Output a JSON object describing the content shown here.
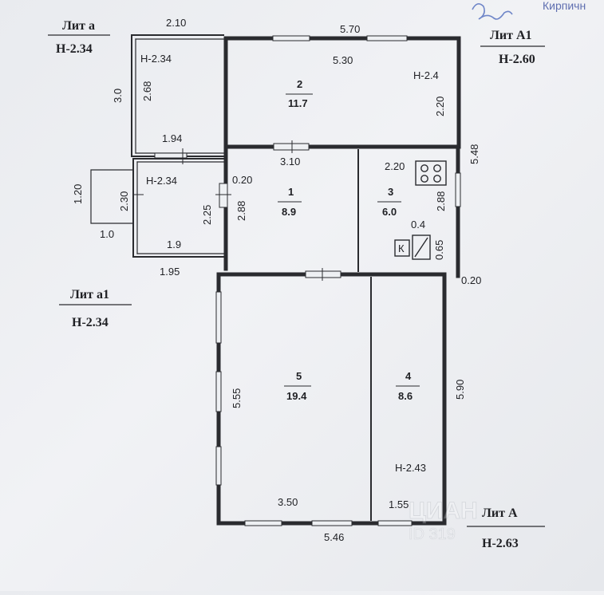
{
  "header_note": "Кирпичн",
  "lit_a": {
    "title": "Лит а",
    "height": "Н-2.34"
  },
  "lit_a1_top": {
    "title": "Лит А1",
    "height": "Н-2.60"
  },
  "lit_a1_left": {
    "title": "Лит а1",
    "height": "Н-2.34"
  },
  "lit_A": {
    "title": "Лит А",
    "height": "Н-2.63"
  },
  "rooms": {
    "r1": {
      "num": "1",
      "area": "8.9"
    },
    "r2": {
      "num": "2",
      "area": "11.7",
      "height": "Н-2.4"
    },
    "r3": {
      "num": "3",
      "area": "6.0"
    },
    "r4": {
      "num": "4",
      "area": "8.6",
      "height": "Н-2.43"
    },
    "r5": {
      "num": "5",
      "area": "19.4"
    },
    "porch_top": {
      "height": "Н-2.34"
    },
    "porch_mid": {
      "height": "Н-2.34"
    }
  },
  "dims": {
    "d_2_10": "2.10",
    "d_5_70": "5.70",
    "d_5_30": "5.30",
    "d_3_0": "3.0",
    "d_2_68": "2.68",
    "d_2_20_r2": "2.20",
    "d_1_94": "1.94",
    "d_5_48": "5.48",
    "d_3_10": "3.10",
    "d_2_20_r3": "2.20",
    "d_1_20": "1.20",
    "d_2_30": "2.30",
    "d_0_20_a": "0.20",
    "d_2_25": "2.25",
    "d_2_88_r1": "2.88",
    "d_2_88_r3": "2.88",
    "d_0_4": "0.4",
    "d_0_65": "0.65",
    "d_1_0": "1.0",
    "d_1_9": "1.9",
    "d_1_95": "1.95",
    "d_0_20_b": "0.20",
    "d_5_55": "5.55",
    "d_5_90": "5.90",
    "d_3_50": "3.50",
    "d_1_55": "1.55",
    "d_5_46": "5.46"
  },
  "symbols": {
    "boiler": "К"
  },
  "watermark": "ЦИАН",
  "watermark_id": "ID 319"
}
